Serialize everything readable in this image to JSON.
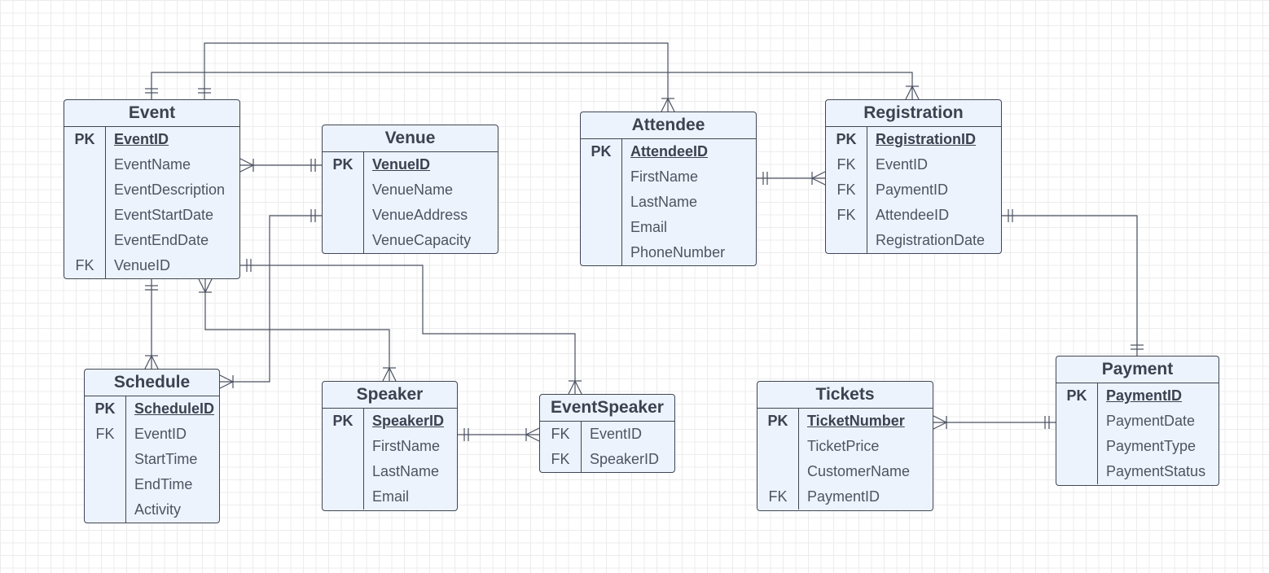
{
  "diagram": {
    "title": "",
    "entities": {
      "event": {
        "name": "Event",
        "fields": [
          {
            "key": "PK",
            "name": "EventID"
          },
          {
            "key": "",
            "name": "EventName"
          },
          {
            "key": "",
            "name": "EventDescription"
          },
          {
            "key": "",
            "name": "EventStartDate"
          },
          {
            "key": "",
            "name": "EventEndDate"
          },
          {
            "key": "FK",
            "name": "VenueID"
          }
        ]
      },
      "venue": {
        "name": "Venue",
        "fields": [
          {
            "key": "PK",
            "name": "VenueID"
          },
          {
            "key": "",
            "name": "VenueName"
          },
          {
            "key": "",
            "name": "VenueAddress"
          },
          {
            "key": "",
            "name": "VenueCapacity"
          }
        ]
      },
      "attendee": {
        "name": "Attendee",
        "fields": [
          {
            "key": "PK",
            "name": "AttendeeID"
          },
          {
            "key": "",
            "name": "FirstName"
          },
          {
            "key": "",
            "name": "LastName"
          },
          {
            "key": "",
            "name": "Email"
          },
          {
            "key": "",
            "name": "PhoneNumber"
          }
        ]
      },
      "registration": {
        "name": "Registration",
        "fields": [
          {
            "key": "PK",
            "name": "RegistrationID"
          },
          {
            "key": "FK",
            "name": "EventID"
          },
          {
            "key": "FK",
            "name": "PaymentID"
          },
          {
            "key": "FK",
            "name": "AttendeeID"
          },
          {
            "key": "",
            "name": "RegistrationDate"
          }
        ]
      },
      "schedule": {
        "name": "Schedule",
        "fields": [
          {
            "key": "PK",
            "name": "ScheduleID"
          },
          {
            "key": "FK",
            "name": "EventID"
          },
          {
            "key": "",
            "name": "StartTime"
          },
          {
            "key": "",
            "name": "EndTime"
          },
          {
            "key": "",
            "name": "Activity"
          }
        ]
      },
      "speaker": {
        "name": "Speaker",
        "fields": [
          {
            "key": "PK",
            "name": "SpeakerID"
          },
          {
            "key": "",
            "name": "FirstName"
          },
          {
            "key": "",
            "name": "LastName"
          },
          {
            "key": "",
            "name": "Email"
          }
        ]
      },
      "eventspeaker": {
        "name": "EventSpeaker",
        "fields": [
          {
            "key": "FK",
            "name": "EventID"
          },
          {
            "key": "FK",
            "name": "SpeakerID"
          }
        ]
      },
      "tickets": {
        "name": "Tickets",
        "fields": [
          {
            "key": "PK",
            "name": "TicketNumber"
          },
          {
            "key": "",
            "name": "TicketPrice"
          },
          {
            "key": "",
            "name": "CustomerName"
          },
          {
            "key": "FK",
            "name": "PaymentID"
          }
        ]
      },
      "payment": {
        "name": "Payment",
        "fields": [
          {
            "key": "PK",
            "name": "PaymentID"
          },
          {
            "key": "",
            "name": "PaymentDate"
          },
          {
            "key": "",
            "name": "PaymentType"
          },
          {
            "key": "",
            "name": "PaymentStatus"
          }
        ]
      }
    },
    "relationships": [
      {
        "from": "Event",
        "to": "Venue",
        "from_end": "many",
        "to_end": "one"
      },
      {
        "from": "Event",
        "to": "Attendee",
        "from_end": "one",
        "to_end": "many"
      },
      {
        "from": "Event",
        "to": "Registration",
        "from_end": "one",
        "to_end": "many"
      },
      {
        "from": "Attendee",
        "to": "Registration",
        "from_end": "one",
        "to_end": "many"
      },
      {
        "from": "Registration",
        "to": "Payment",
        "from_end": "one",
        "to_end": "one"
      },
      {
        "from": "Event",
        "to": "Schedule",
        "from_end": "one",
        "to_end": "many"
      },
      {
        "from": "Venue",
        "to": "Schedule",
        "from_end": "one",
        "to_end": "many"
      },
      {
        "from": "Event",
        "to": "Speaker",
        "from_end": "many",
        "to_end": "many"
      },
      {
        "from": "Event",
        "to": "EventSpeaker",
        "from_end": "one",
        "to_end": "many"
      },
      {
        "from": "Speaker",
        "to": "EventSpeaker",
        "from_end": "one",
        "to_end": "many"
      },
      {
        "from": "Tickets",
        "to": "Payment",
        "from_end": "many",
        "to_end": "one"
      }
    ]
  }
}
